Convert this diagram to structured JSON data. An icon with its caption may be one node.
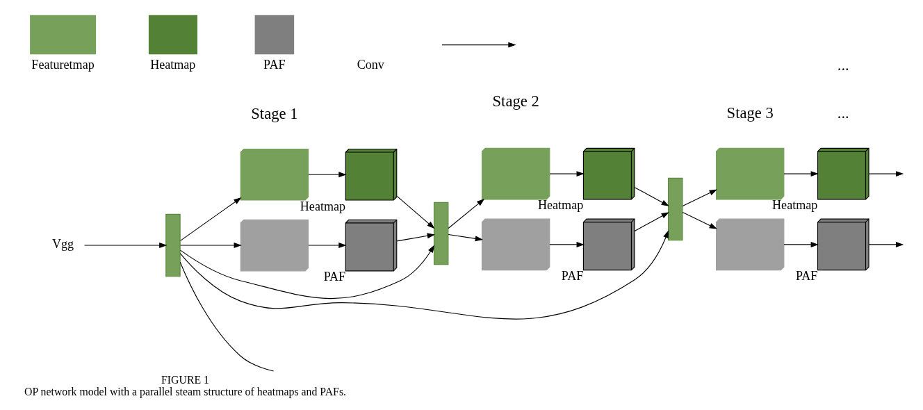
{
  "diagram": {
    "title": "FIGURE 1",
    "caption": "OP network model with a parallel steam structure of heatmaps and PAFs.",
    "nodes": [
      {
        "text": [
          "Vgg"
        ]
      },
      {
        "text": [],
        "shape": "box"
      },
      {
        "text": [],
        "shape": "box"
      },
      {
        "text": [],
        "shape": "box",
        "beside": [
          "Heatmap"
        ]
      },
      {
        "text": [],
        "shape": "box"
      },
      {
        "text": [],
        "shape": "box",
        "beside": [
          "PAF"
        ]
      },
      {
        "text": [],
        "shape": "box"
      },
      {
        "text": [],
        "shape": "box"
      },
      {
        "text": [],
        "shape": "box",
        "beside": [
          "Heatmap"
        ]
      },
      {
        "text": [],
        "shape": "box"
      },
      {
        "text": [],
        "shape": "box",
        "beside": [
          "PAF"
        ]
      },
      {
        "text": [],
        "shape": "box"
      },
      {
        "text": [],
        "shape": "box"
      },
      {
        "text": [],
        "shape": "box",
        "beside": [
          "Heatmap"
        ]
      },
      {
        "text": [],
        "shape": "box"
      },
      {
        "text": [],
        "shape": "box",
        "beside": [
          "PAF"
        ]
      }
    ],
    "edges": [
      {
        "from": 0,
        "to": 1,
        "arrow": "to"
      },
      {
        "from": 1,
        "to": 2,
        "arrow": "to"
      },
      {
        "from": 2,
        "to": 3,
        "arrow": "to"
      },
      {
        "from": 1,
        "to": 4,
        "arrow": "to"
      },
      {
        "from": 4,
        "to": 5,
        "arrow": "to"
      },
      {
        "from": 3,
        "to": 6,
        "arrow": "to"
      },
      {
        "from": 5,
        "to": 6,
        "arrow": "to"
      },
      {
        "from": 1,
        "to": 6,
        "arrow": "to"
      },
      {
        "from": 6,
        "to": 7,
        "arrow": "to"
      },
      {
        "from": 7,
        "to": 8,
        "arrow": "to"
      },
      {
        "from": 6,
        "to": 9,
        "arrow": "to"
      },
      {
        "from": 9,
        "to": 10,
        "arrow": "to"
      },
      {
        "from": 8,
        "to": 11,
        "arrow": "to"
      },
      {
        "from": 10,
        "to": 11,
        "arrow": "to"
      },
      {
        "from": 1,
        "to": 11,
        "arrow": "to"
      },
      {
        "from": 11,
        "to": 12,
        "arrow": "to"
      },
      {
        "from": 12,
        "to": 13,
        "arrow": "to"
      },
      {
        "from": 11,
        "to": 14,
        "arrow": "to"
      },
      {
        "from": 14,
        "to": 15,
        "arrow": "to"
      },
      {
        "from": 13,
        "to": null,
        "arrow": "to"
      },
      {
        "from": 15,
        "to": null,
        "arrow": "to"
      },
      {
        "from": 1,
        "to": null,
        "arrow": "none"
      }
    ],
    "labels": [
      "Stage 1",
      "Stage 2",
      "Stage 3",
      "...",
      "..."
    ],
    "legend": [
      {
        "text": "Featuretmap",
        "color": "#77a05a"
      },
      {
        "text": "Heatmap",
        "color": "#538135"
      },
      {
        "text": "PAF",
        "color": "#7f7f7f"
      },
      {
        "text": "Conv"
      }
    ]
  }
}
